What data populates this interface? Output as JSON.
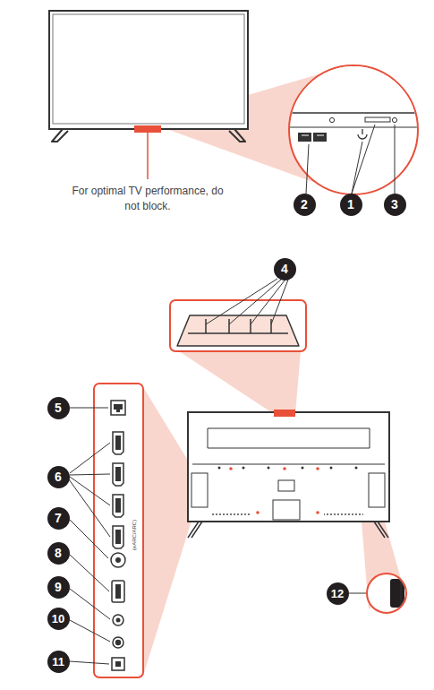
{
  "diagram": {
    "labels": [
      "For optimal TV performance, do not block.",
      "2",
      "1",
      "3",
      "4",
      "5",
      "6",
      "(eARC/ARC)",
      "7",
      "8",
      "9",
      "10",
      "11",
      "12"
    ]
  }
}
